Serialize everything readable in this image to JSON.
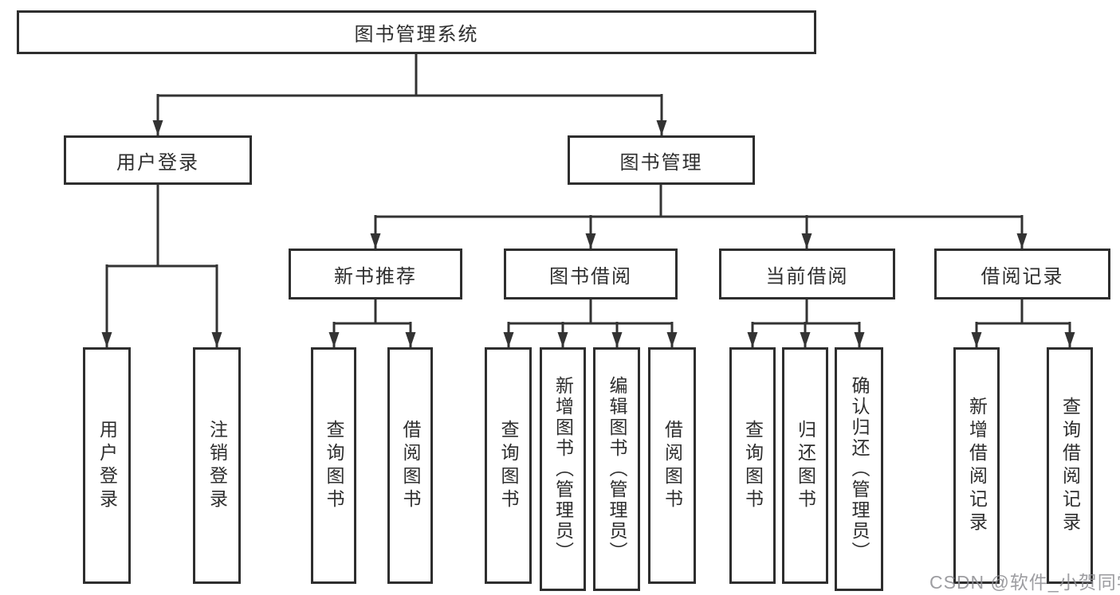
{
  "diagram": {
    "root": "图书管理系统",
    "level2": [
      {
        "label": "用户登录",
        "leaves": [
          "用户登录",
          "注销登录"
        ]
      },
      {
        "label": "图书管理",
        "groups": [
          {
            "label": "新书推荐",
            "leaves": [
              "查询图书",
              "借阅图书"
            ]
          },
          {
            "label": "图书借阅",
            "leaves": [
              "查询图书",
              "新增图书（管理员）",
              "编辑图书（管理员）",
              "借阅图书"
            ]
          },
          {
            "label": "当前借阅",
            "leaves": [
              "查询图书",
              "归还图书",
              "确认归还（管理员）"
            ]
          },
          {
            "label": "借阅记录",
            "leaves": [
              "新增借阅记录",
              "查询借阅记录"
            ]
          }
        ]
      }
    ]
  },
  "colors": {
    "line": "#333333",
    "border": "#2e2e2e",
    "text": "#2e2e2e",
    "watermark": "#8c8c91"
  },
  "watermark": "CSDN @软件_小贺同学"
}
